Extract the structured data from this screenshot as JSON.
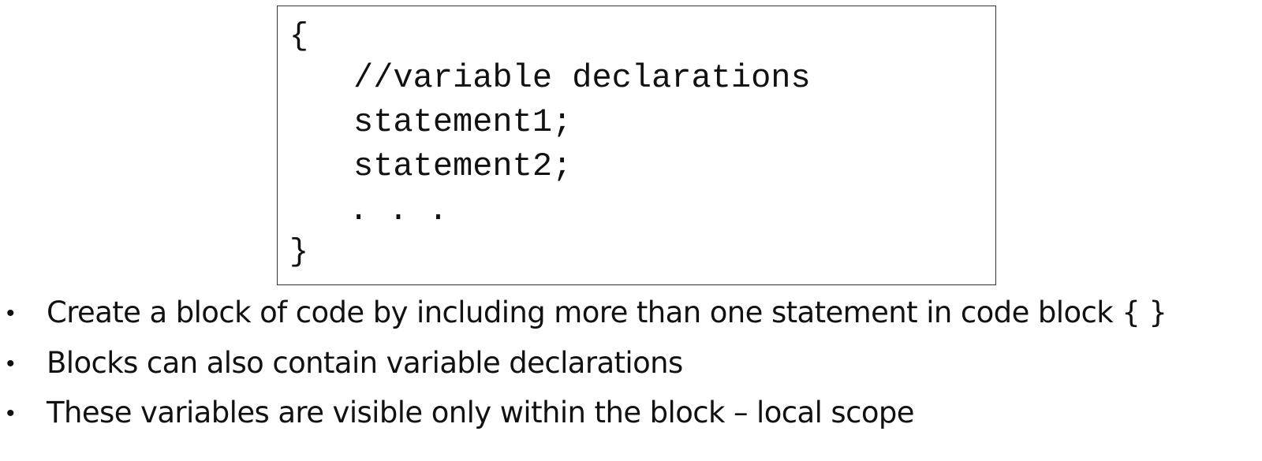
{
  "code_block": {
    "lines": [
      "{",
      "//variable declarations",
      "statement1;",
      "statement2;",
      ". . .",
      "}"
    ]
  },
  "bullets": [
    "Create a block of code by including more than one statement in code block { }",
    "Blocks can also contain variable declarations",
    "These variables are visible only within the block – local scope"
  ],
  "bullet_glyph": "•"
}
